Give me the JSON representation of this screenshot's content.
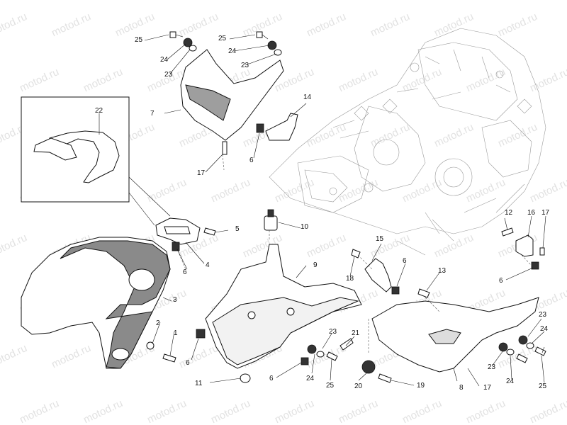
{
  "watermark": "motod.ru",
  "callouts": {
    "c1": "1",
    "c2": "2",
    "c3": "3",
    "c4": "4",
    "c5": "5",
    "c6a": "6",
    "c6b": "6",
    "c6c": "6",
    "c6d": "6",
    "c6e": "6",
    "c6f": "6",
    "c7": "7",
    "c8": "8",
    "c9": "9",
    "c10": "10",
    "c11": "11",
    "c12": "12",
    "c13": "13",
    "c14": "14",
    "c15": "15",
    "c16": "16",
    "c17a": "17",
    "c17b": "17",
    "c17c": "17",
    "c18": "18",
    "c19": "19",
    "c20": "20",
    "c21": "21",
    "c22": "22",
    "c23a": "23",
    "c23b": "23",
    "c23c": "23",
    "c23d": "23",
    "c23e": "23",
    "c24a": "24",
    "c24b": "24",
    "c24c": "24",
    "c24d": "24",
    "c24e": "24",
    "c25a": "25",
    "c25b": "25",
    "c25c": "25",
    "c25d": "25"
  }
}
